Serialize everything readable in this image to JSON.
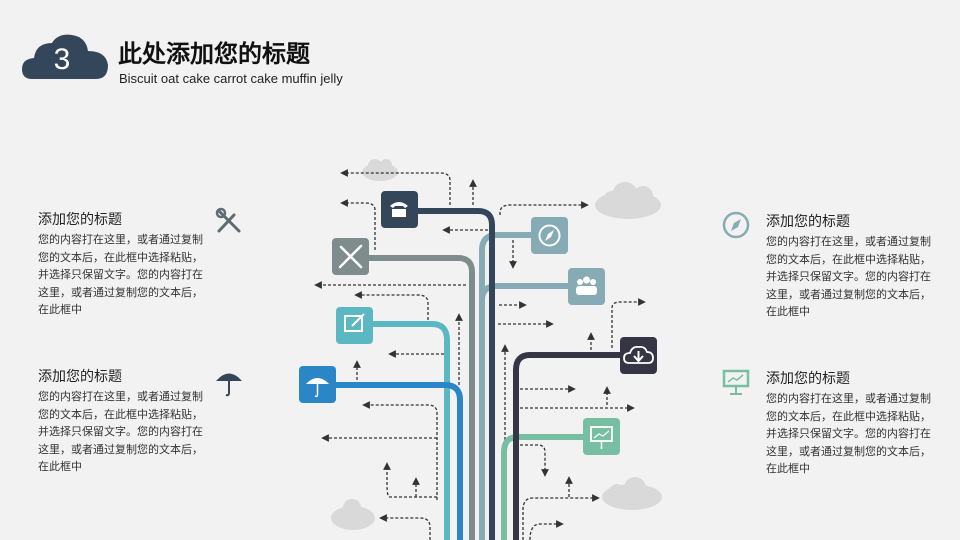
{
  "header": {
    "number": "3",
    "title": "此处添加您的标题",
    "subtitle": "Biscuit oat cake carrot  cake muffin  jelly"
  },
  "blocks": [
    {
      "title": "添加您的标题",
      "body": "您的内容打在这里，或者通过复制您的文本后，在此框中选择粘贴，并选择只保留文字。您的内容打在这里，或者通过复制您的文本后，在此框中",
      "icon": "tools-icon"
    },
    {
      "title": "添加您的标题",
      "body": "您的内容打在这里，或者通过复制您的文本后，在此框中选择粘贴，并选择只保留文字。您的内容打在这里，或者通过复制您的文本后，在此框中",
      "icon": "umbrella-icon"
    },
    {
      "title": "添加您的标题",
      "body": "您的内容打在这里，或者通过复制您的文本后，在此框中选择粘贴，并选择只保留文字。您的内容打在这里，或者通过复制您的文本后，在此框中",
      "icon": "compass-icon"
    },
    {
      "title": "添加您的标题",
      "body": "您的内容打在这里，或者通过复制您的文本后，在此框中选择粘贴，并选择只保留文字。您的内容打在这里，或者通过复制您的文本后，在此框中",
      "icon": "presentation-icon"
    }
  ],
  "colors": {
    "navy": "#34475a",
    "grey": "#7f8c8d",
    "steel": "#86abb5",
    "teal": "#5bb8c3",
    "blue": "#2b86c8",
    "dark": "#353545",
    "green": "#77bea3",
    "cloud": "#d9d9d9"
  }
}
